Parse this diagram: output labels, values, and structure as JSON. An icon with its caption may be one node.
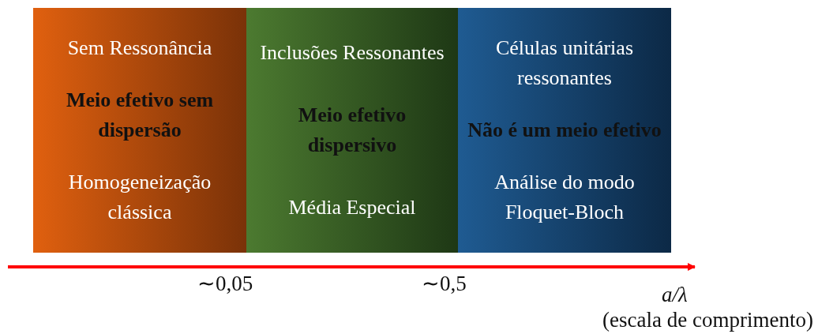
{
  "diagram": {
    "nodes": [
      {
        "text": [
          "Sem Ressonância",
          "Meio efetivo sem dispersão",
          "Homogeneização clássica"
        ]
      },
      {
        "text": [
          "Inclusões Ressonantes",
          "Meio efetivo dispersivo",
          "Média Especial"
        ]
      },
      {
        "text": [
          "Células unitárias ressonantes",
          "Não é um meio efetivo",
          "Análise do modo Floquet-Bloch"
        ]
      }
    ],
    "labels": [
      "∼0,05",
      "∼0,5",
      "a/λ",
      "(escala de comprimento)"
    ]
  }
}
